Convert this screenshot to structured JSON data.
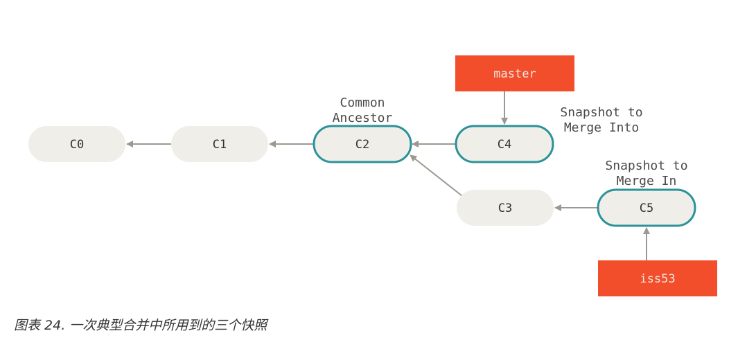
{
  "diagram": {
    "title": "Git three-way merge snapshots",
    "colors": {
      "commit_fill": "#efeee8",
      "highlight_stroke": "#2a9298",
      "branch_fill": "#f34e2b",
      "arrow": "#9d9891"
    },
    "commits": [
      {
        "id": "C0",
        "label": "C0",
        "highlighted": false
      },
      {
        "id": "C1",
        "label": "C1",
        "highlighted": false
      },
      {
        "id": "C2",
        "label": "C2",
        "highlighted": true
      },
      {
        "id": "C3",
        "label": "C3",
        "highlighted": false
      },
      {
        "id": "C4",
        "label": "C4",
        "highlighted": true
      },
      {
        "id": "C5",
        "label": "C5",
        "highlighted": true
      }
    ],
    "edges": [
      {
        "from": "C1",
        "to": "C0"
      },
      {
        "from": "C2",
        "to": "C1"
      },
      {
        "from": "C4",
        "to": "C2"
      },
      {
        "from": "C3",
        "to": "C2"
      },
      {
        "from": "C5",
        "to": "C3"
      }
    ],
    "branches": [
      {
        "name": "master",
        "points_to": "C4"
      },
      {
        "name": "iss53",
        "points_to": "C5"
      }
    ],
    "annotations": [
      {
        "target": "C2",
        "lines": [
          "Common",
          "Ancestor"
        ]
      },
      {
        "target": "C4",
        "lines": [
          "Snapshot to",
          "Merge Into"
        ]
      },
      {
        "target": "C5",
        "lines": [
          "Snapshot to",
          "Merge In"
        ]
      }
    ]
  },
  "caption": "图表 24. 一次典型合并中所用到的三个快照"
}
